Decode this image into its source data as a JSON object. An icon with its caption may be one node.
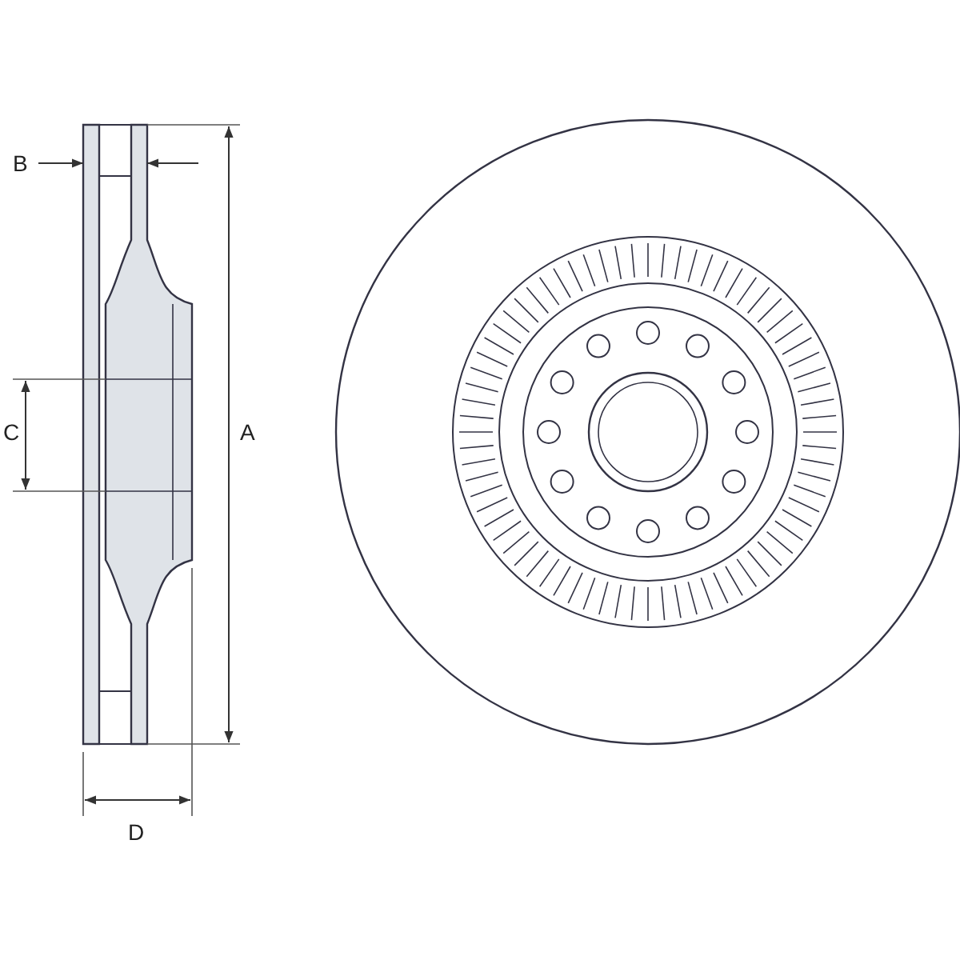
{
  "diagram": {
    "labels": [
      "B",
      "C",
      "A",
      "D"
    ]
  }
}
